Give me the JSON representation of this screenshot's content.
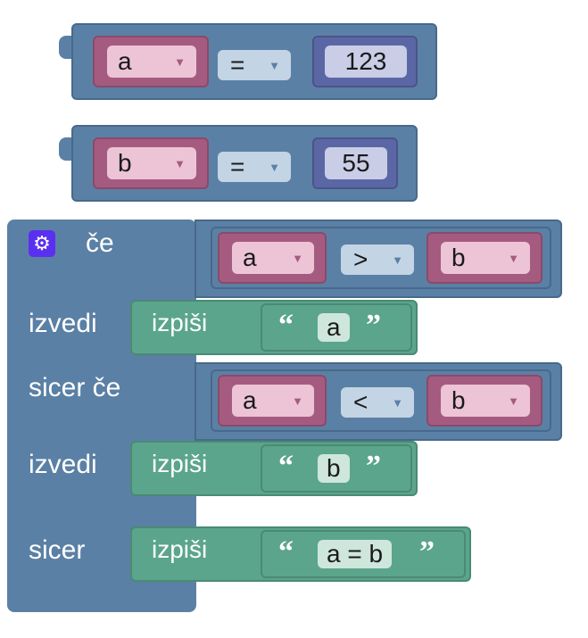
{
  "assignments": [
    {
      "variable": "a",
      "operator": "=",
      "value": "123"
    },
    {
      "variable": "b",
      "operator": "=",
      "value": "55"
    }
  ],
  "if_block": {
    "if_label": "če",
    "condition1": {
      "left": "a",
      "operator": ">",
      "right": "b"
    },
    "do_label": "izvedi",
    "do1": {
      "print_label": "izpiši",
      "text": "a"
    },
    "elseif_label": "sicer če",
    "condition2": {
      "left": "a",
      "operator": "<",
      "right": "b"
    },
    "do2_label": "izvedi",
    "do2": {
      "print_label": "izpiši",
      "text": "b"
    },
    "else_label": "sicer",
    "else_do": {
      "print_label": "izpiši",
      "text": "a = b"
    }
  },
  "glyphs": {
    "dropdown_arrow": "▼",
    "open_quote": "“",
    "close_quote": "”",
    "gear": "⚙"
  },
  "colors": {
    "logic": "#5b80a5",
    "variable": "#a55b80",
    "number": "#5b67a5",
    "text": "#5ba58c",
    "mutator": "#5b2ff0"
  }
}
